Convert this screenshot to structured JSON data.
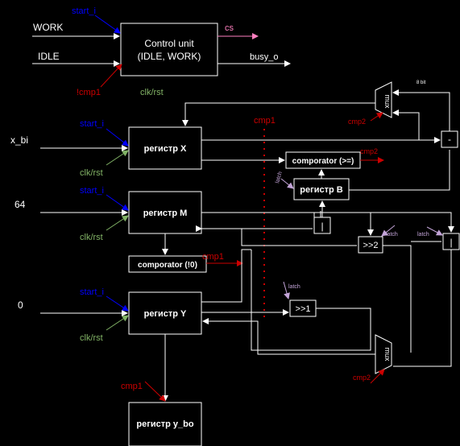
{
  "blocks": {
    "control_unit": [
      "Control unit",
      "(IDLE, WORK)"
    ],
    "reg_x": "регистр X",
    "reg_m": "регистр M",
    "reg_y": "регистр Y",
    "reg_b": "регистр B",
    "reg_ybo": "регистр y_bo",
    "comp_ge": "comporator (>=)",
    "comp_nz": "comporator (!0)",
    "shift2": ">>2",
    "shift1": ">>1",
    "or_gate": "|",
    "or_gate2": "|",
    "sub": "-",
    "mux": "mux",
    "mux_bits": "8 bit"
  },
  "inputs": {
    "work": "WORK",
    "idle": "IDLE",
    "x_bi": "x_bi",
    "c64": "64",
    "c0": "0"
  },
  "outputs": {
    "cs": "cs",
    "busy_o": "busy_o"
  },
  "signals": {
    "start_i": "start_i",
    "clk_rst": "clk/rst",
    "not_cmp1": "!cmp1",
    "cmp1": "cmp1",
    "cmp2": "cmp2",
    "latch": "latch"
  },
  "colors": {
    "wire": "#ffffff",
    "start": "#0000ff",
    "clk": "#82b366",
    "cmp_red": "#cc0000",
    "latch": "#c3a4d8",
    "cs_pink": "#ff80c0"
  }
}
